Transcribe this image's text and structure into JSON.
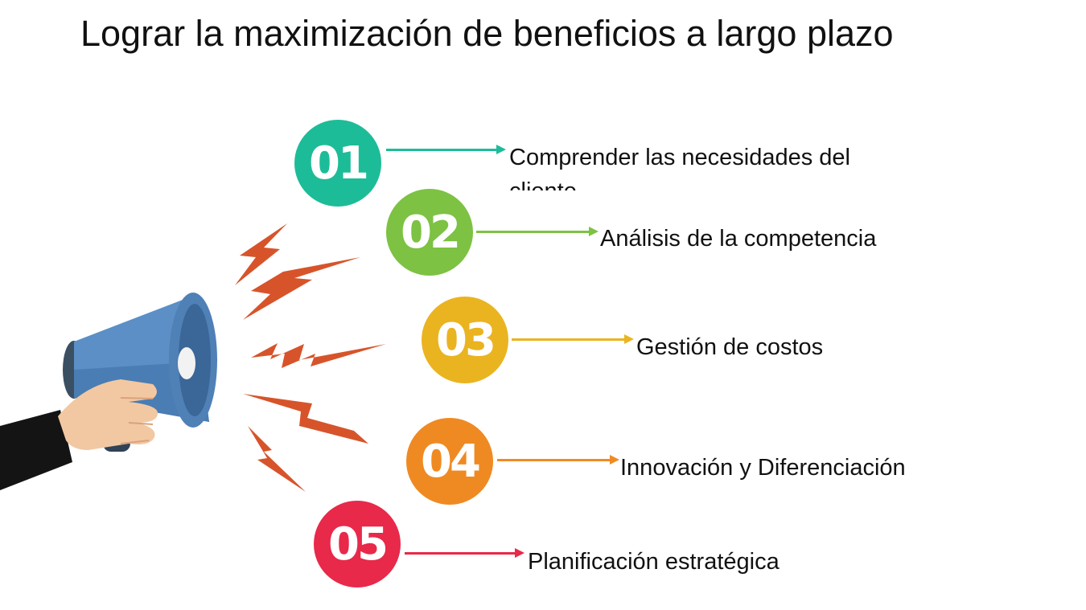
{
  "title": "Lograr la maximización de beneficios a largo plazo",
  "steps": [
    {
      "number": "01",
      "label": "Comprender las necesidades del cliente",
      "color": "#1dbc98"
    },
    {
      "number": "02",
      "label": "Análisis de la competencia",
      "color": "#7dc243"
    },
    {
      "number": "03",
      "label": "Gestión de costos",
      "color": "#eab420"
    },
    {
      "number": "04",
      "label": "Innovación y Diferenciación",
      "color": "#ef8a22"
    },
    {
      "number": "05",
      "label": "Planificación estratégica",
      "color": "#e8294a"
    }
  ],
  "icons": {
    "megaphone": "megaphone-icon",
    "lightning": "lightning-bolt-icon"
  }
}
